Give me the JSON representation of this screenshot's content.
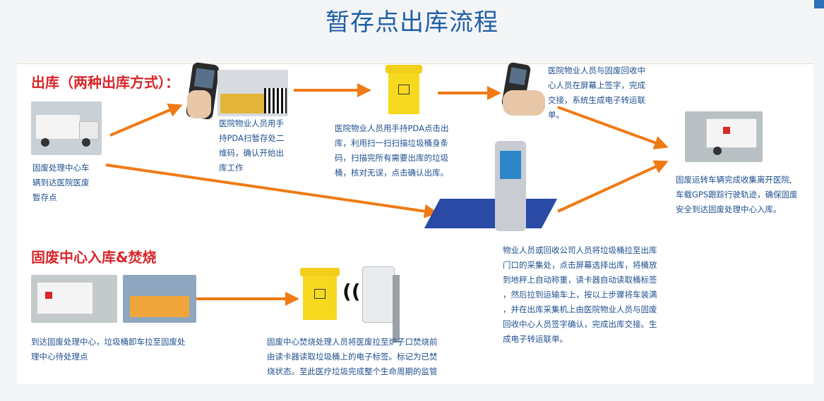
{
  "title": "暂存点出库流程",
  "section_out": "出库（两种出库方式）：",
  "section_in": "固废中心入库&焚烧",
  "captions": {
    "truck_arrive": "固废处理中心车\n辆到达医院医废\n暂存点",
    "scan_qr": "医院物业人员用手\n持PDA扫暂存处二\n维码，确认开始出\n库工作",
    "scan_bins": "医院物业人员用手持PDA点击出\n库，利用扫一扫扫描垃圾桶身条\n码，扫描完所有需要出库的垃圾\n桶，核对无误，点击确认出库。",
    "sign_handover": "医院物业人员与固废回收中\n心人员在屏幕上签字，完成\n交接，系统生成电子转运联\n单。",
    "truck_leave": "固废运转车辆完成收集离开医院,\n车载GPS跟踪行驶轨迹，确保固废\n安全到达固废处理中心入库。",
    "kiosk": "物业人员或回收公司人员将垃圾桶拉至出库\n门口的采集处，点击屏幕选择出库，将桶放\n到地秤上自动称重，读卡器自动读取桶标签\n，然后拉到运输车上，按以上步骤将车装满\n，并在出库采集机上由医院物业人员与固废\n回收中心人员签字确认，完成出库交接。生\n成电子转运联单。",
    "center_arrive": "到达固废处理中心，垃圾桶卸车拉至固废处\n理中心待处理点",
    "incinerate": "固废中心焚烧处理人员将医废拉至炉子口焚烧前\n由读卡器读取垃圾桶上的电子标签。标记为已焚\n烧状态。至此医疗垃圾完成整个生命周期的监管"
  },
  "colors": {
    "title": "#1f5fa6",
    "section": "#d8262a",
    "caption": "#1f4f8f",
    "arrow": "#f07a13",
    "bin": "#f6d91f"
  }
}
